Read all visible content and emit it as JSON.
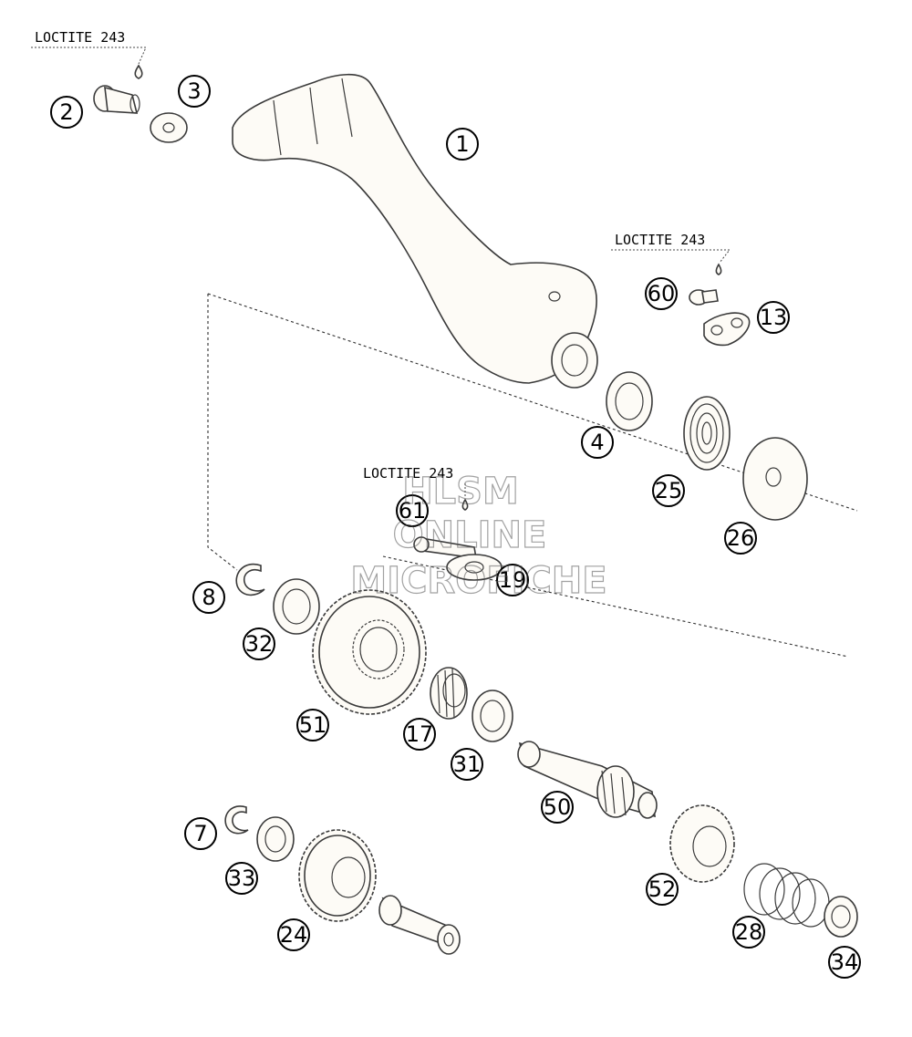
{
  "loctite_labels": [
    "LOCTITE 243",
    "LOCTITE 243",
    "LOCTITE 243"
  ],
  "callouts": [
    "1",
    "2",
    "3",
    "60",
    "13",
    "4",
    "25",
    "26",
    "61",
    "19",
    "8",
    "32",
    "51",
    "17",
    "31",
    "50",
    "7",
    "33",
    "24",
    "52",
    "28",
    "34"
  ],
  "watermark": {
    "line1": "HLSM",
    "line2": "ONLINE",
    "line3": "MICROFICHE"
  }
}
